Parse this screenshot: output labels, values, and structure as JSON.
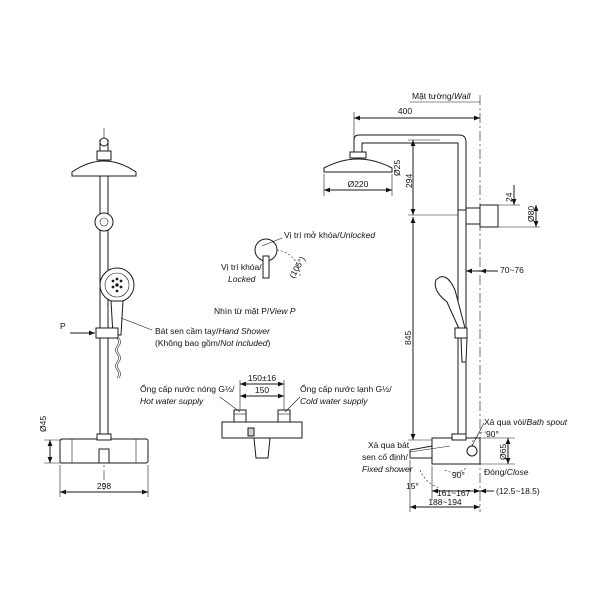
{
  "labels": {
    "wall": "Mặt tường/",
    "wall_it": "Wall",
    "unlocked": "Vị trí mở khóa/",
    "unlocked_it": "Unlocked",
    "locked": "Vị trí khóa/",
    "locked_it": "Locked",
    "angle_105": "(105°)",
    "view_p": "Nhìn từ mặt P/",
    "view_p_it": "View P",
    "p_marker": "P",
    "hand_shower": "Bát sen cầm tay/",
    "hand_shower_it": "Hand Shower",
    "not_included_a": "(Không bao gồm/",
    "not_included_it": "Not included",
    "not_included_b": ")",
    "hot_supply": "Ống cấp nước nóng G½/",
    "hot_supply_it": "Hot water supply",
    "cold_supply": "Ống cấp nước lạnh G½/",
    "cold_supply_it": "Cold water supply",
    "bath_spout": "Xả qua vòi/",
    "bath_spout_it": "Bath spout",
    "fixed_a": "Xả qua bát",
    "fixed_b": "sen cố định/",
    "fixed_it": "Fixed shower",
    "close": "Đóng/",
    "close_it": "Close"
  },
  "dimensions": {
    "d400": "400",
    "d25": "Ø25",
    "d294": "294",
    "d220": "Ø220",
    "d24": "24",
    "d80": "Ø80",
    "d70_76": "70~76",
    "d845": "845",
    "d45": "Ø45",
    "d298": "298",
    "d150_16": "150±16",
    "d150": "150",
    "d65": "Ø65",
    "a90_top": "90°",
    "a90_bottom": "90°",
    "a15": "15°",
    "d161_167": "161~167",
    "d12_18": "(12.5~18.5)",
    "d188_194": "188~194"
  }
}
